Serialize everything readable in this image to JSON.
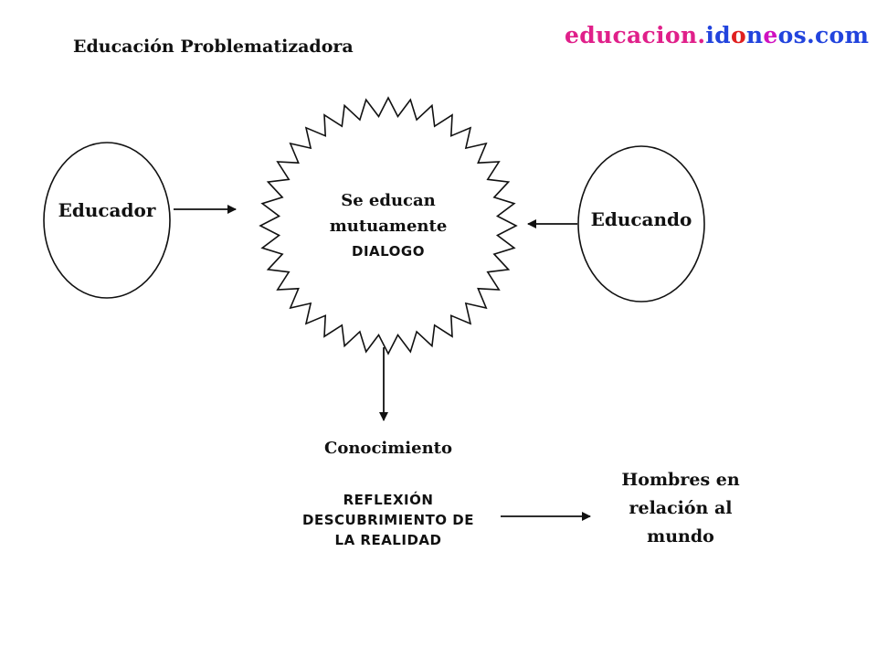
{
  "header": {
    "title": "Educación Problematizadora"
  },
  "logo": {
    "chars": [
      {
        "c": "e",
        "color": "#e0208a"
      },
      {
        "c": "d",
        "color": "#e0208a"
      },
      {
        "c": "u",
        "color": "#e0208a"
      },
      {
        "c": "c",
        "color": "#e0208a"
      },
      {
        "c": "a",
        "color": "#e0208a"
      },
      {
        "c": "c",
        "color": "#e0208a"
      },
      {
        "c": "i",
        "color": "#e0208a"
      },
      {
        "c": "o",
        "color": "#e0208a"
      },
      {
        "c": "n",
        "color": "#e0208a"
      },
      {
        "c": ".",
        "color": "#e0208a"
      },
      {
        "c": "i",
        "color": "#2244dd"
      },
      {
        "c": "d",
        "color": "#2244dd"
      },
      {
        "c": "o",
        "color": "#e02020"
      },
      {
        "c": "n",
        "color": "#2244dd"
      },
      {
        "c": "e",
        "color": "#d010c0"
      },
      {
        "c": "o",
        "color": "#2244dd"
      },
      {
        "c": "s",
        "color": "#2244dd"
      },
      {
        "c": ".",
        "color": "#2244dd"
      },
      {
        "c": "c",
        "color": "#2244dd"
      },
      {
        "c": "o",
        "color": "#2244dd"
      },
      {
        "c": "m",
        "color": "#2244dd"
      }
    ]
  },
  "diagram": {
    "educador": "Educador",
    "educando": "Educando",
    "center": {
      "line1": "Se educan",
      "line2": "mutuamente",
      "line3": "DIALOGO"
    },
    "conocimiento": "Conocimiento",
    "reflexion": {
      "line1": "REFLEXIÓN",
      "line2": "DESCUBRIMIENTO DE",
      "line3": "LA REALIDAD"
    },
    "hombres": {
      "line1": "Hombres en",
      "line2": "relación al",
      "line3": "mundo"
    }
  }
}
